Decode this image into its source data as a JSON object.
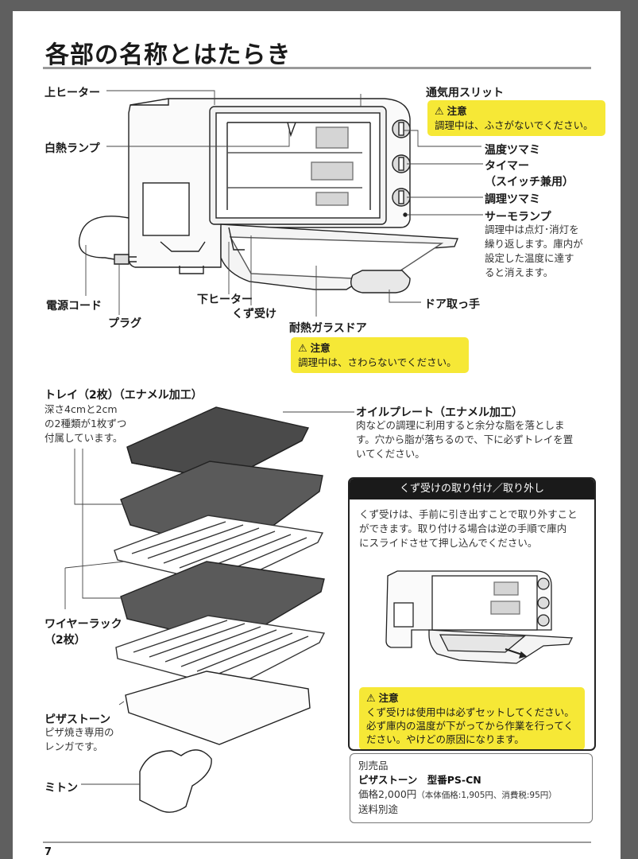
{
  "title": "各部の名称とはたらき",
  "page_number": "7",
  "labels": {
    "upper_heater": "上ヒーター",
    "lamp": "白熱ランプ",
    "power_cord": "電源コード",
    "plug": "プラグ",
    "lower_heater": "下ヒーター",
    "crumb_tray": "くず受け",
    "glass_door": "耐熱ガラスドア",
    "door_handle": "ドア取っ手",
    "vent": "通気用スリット",
    "temp_knob": "温度ツマミ",
    "timer_line1": "タイマー",
    "timer_line2": "（スイッチ兼用）",
    "cook_knob": "調理ツマミ",
    "thermo_lamp": "サーモランプ",
    "thermo_desc": [
      "調理中は点灯･消灯を",
      "繰り返します。庫内が",
      "設定した温度に達す",
      "ると消えます。"
    ]
  },
  "cautions": {
    "heading": "注意",
    "vent": "調理中は、ふさがないでください。",
    "door": "調理中は、さわらないでください。",
    "crumb": [
      "くず受けは使用中は必ずセットしてください。",
      "必ず庫内の温度が下がってから作業を行ってく",
      "ださい。やけどの原因になります。"
    ]
  },
  "accessories": {
    "tray_title": "トレイ（2枚）（エナメル加工）",
    "tray_desc": [
      "深さ4cmと2cm",
      "の2種類が1枚ずつ",
      "付属しています。"
    ],
    "oil_title": "オイルプレート（エナメル加工）",
    "oil_desc": [
      "肉などの調理に利用すると余分な脂を落としま",
      "す。穴から脂が落ちるので、下に必ずトレイを置",
      "いてください。"
    ],
    "rack_line1": "ワイヤーラック",
    "rack_line2": "（2枚）",
    "stone_title": "ピザストーン",
    "stone_desc": [
      "ピザ焼き専用の",
      "レンガです。"
    ],
    "mitten": "ミトン"
  },
  "crumb_box": {
    "header": "くず受けの取り付け／取り外し",
    "desc": [
      "くず受けは、手前に引き出すことで取り外すこと",
      "ができます。取り付ける場合は逆の手順で庫内",
      "にスライドさせて押し込んでください。"
    ]
  },
  "sold_separately": {
    "label": "別売品",
    "product": "ピザストーン　型番PS-CN",
    "price": "価格2,000円",
    "price_detail": "（本体価格:1,905円、消費税:95円）",
    "shipping": "送料別途"
  }
}
